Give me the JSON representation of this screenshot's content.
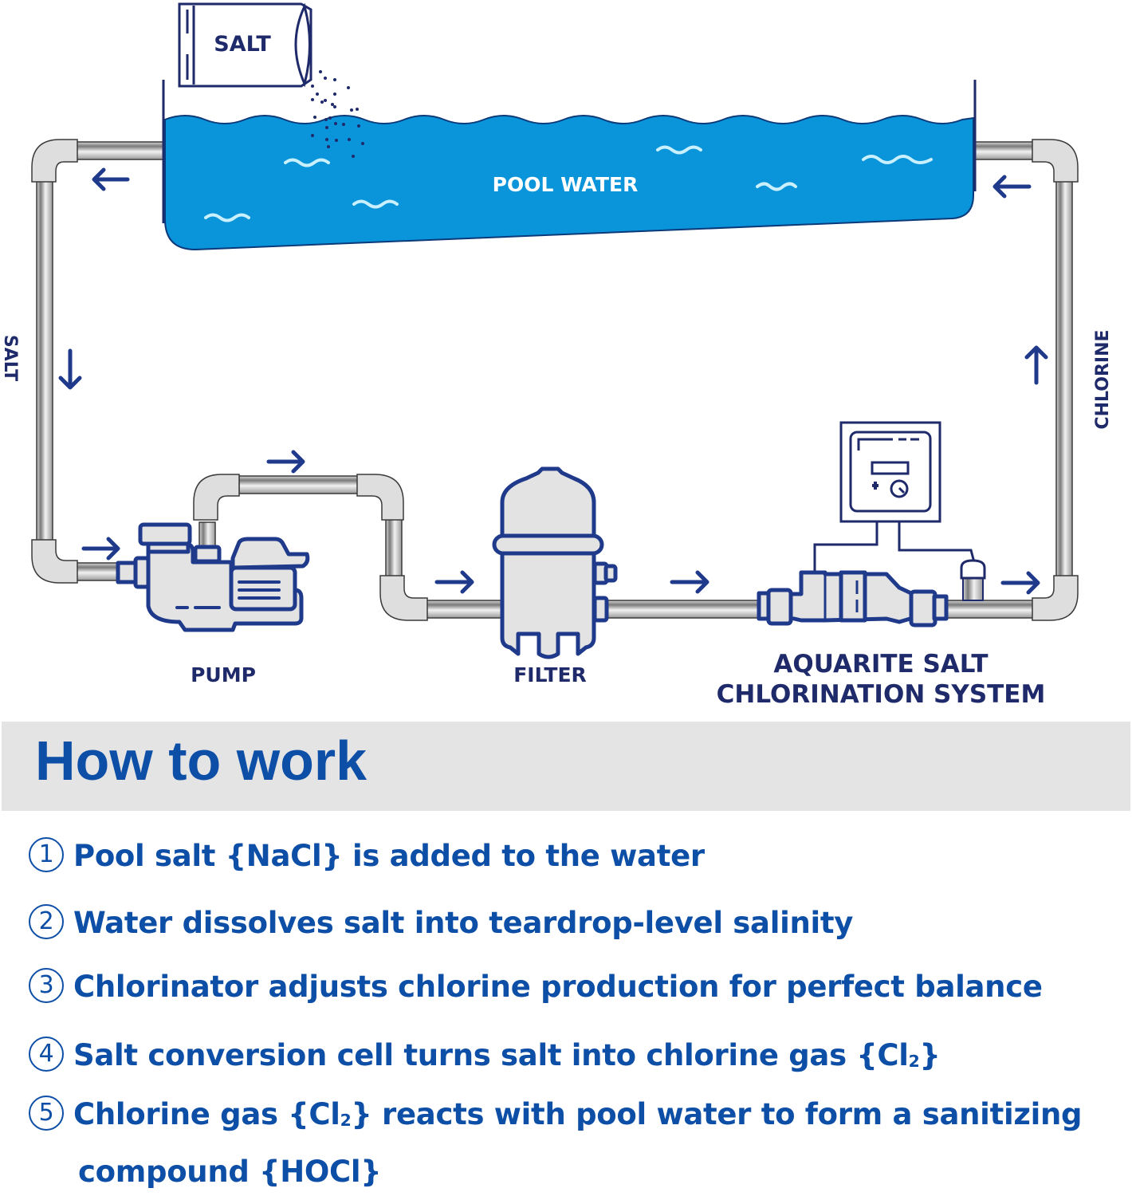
{
  "diagram": {
    "salt_bag_label": "SALT",
    "pool_label": "POOL WATER",
    "left_side_label": "SALT",
    "right_side_label": "CHLORINE",
    "pump_label": "PUMP",
    "filter_label": "FILTER",
    "system_label_line1": "AQUARITE SALT",
    "system_label_line2": "CHLORINATION SYSTEM",
    "colors": {
      "water": "#0a94da",
      "outline": "#1f3a8a",
      "text_dark": "#1f2a6b",
      "pipe_fitting": "#e3e3e3"
    },
    "flow_arrows": [
      "left",
      "left",
      "down",
      "right",
      "right",
      "right",
      "right",
      "right",
      "up"
    ]
  },
  "section": {
    "title": "How to work",
    "accent": "#0d4ea6",
    "band_color": "#e4e4e4"
  },
  "steps": [
    {
      "num": "1",
      "text": "Pool salt {NaCl} is added to the water"
    },
    {
      "num": "2",
      "text": "Water dissolves salt into teardrop-level salinity"
    },
    {
      "num": "3",
      "text": "Chlorinator adjusts chlorine production for perfect balance"
    },
    {
      "num": "4",
      "text_before": "Salt conversion cell turns salt into chlorine gas {Cl",
      "sub": "2",
      "text_after": "}"
    },
    {
      "num": "5",
      "text_before": "Chlorine gas {Cl",
      "sub": "2",
      "text_after": "} reacts with pool water to form a sanitizing",
      "continuation": "compound {HOCl}"
    }
  ]
}
